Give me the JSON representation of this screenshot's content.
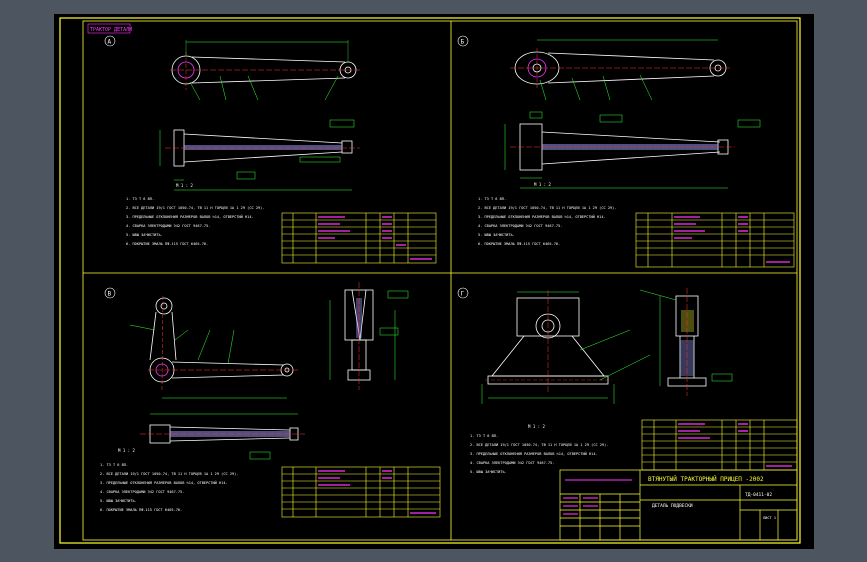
{
  "sheet": {
    "frame_title": "ТРАКТОР ДЕТАЛИ",
    "views": [
      {
        "id": "view-a",
        "mark": "A",
        "scale": "M 1 : 2",
        "notes": [
          "1. ТЗ Т 6 ВП.",
          "2. ВСЕ ДЕТАЛИ 19/1 ГОСТ 1050-74, ТВ 11 Н ТОРЦЕВ 1А 1 29 (СС 29).",
          "3. ПРЕДЕЛЬНЫЕ ОТКЛОНЕНИЯ РАЗМЕРОВ ВАЛОВ h14, ОТВЕРСТИЙ H14.",
          "4. СВАРКА ЭЛЕКТРОДАМИ Э42 ГОСТ 9467-75.",
          "5. ШВЫ ЗАЧИСТИТЬ.",
          "6. ПОКРЫТИЕ ЭМАЛЬ ПФ-115 ГОСТ 6465-76."
        ]
      },
      {
        "id": "view-b",
        "mark": "Б",
        "scale": "M 1 : 2",
        "notes": [
          "1. ТЗ Т 6 ВП.",
          "2. ВСЕ ДЕТАЛИ 19/1 ГОСТ 1050-74, ТВ 11 Н ТОРЦЕВ 1А 1 29 (СС 29).",
          "3. ПРЕДЕЛЬНЫЕ ОТКЛОНЕНИЯ РАЗМЕРОВ ВАЛОВ h14, ОТВЕРСТИЙ H14.",
          "4. СВАРКА ЭЛЕКТРОДАМИ Э42 ГОСТ 9467-75.",
          "5. ШВЫ ЗАЧИСТИТЬ.",
          "6. ПОКРЫТИЕ ЭМАЛЬ ПФ-115 ГОСТ 6465-76."
        ]
      },
      {
        "id": "view-c",
        "mark": "В",
        "scale": "M 1 : 2",
        "notes": [
          "1. ТЗ Т 6 ВП.",
          "2. ВСЕ ДЕТАЛИ 19/1 ГОСТ 1050-74, ТВ 11 Н ТОРЦЕВ 1А 1 29 (СС 29).",
          "3. ПРЕДЕЛЬНЫЕ ОТКЛОНЕНИЯ РАЗМЕРОВ ВАЛОВ h14, ОТВЕРСТИЙ H14.",
          "4. СВАРКА ЭЛЕКТРОДАМИ Э42 ГОСТ 9467-75.",
          "5. ШВЫ ЗАЧИСТИТЬ.",
          "6. ПОКРЫТИЕ ЭМАЛЬ ПФ-115 ГОСТ 6465-76."
        ]
      },
      {
        "id": "view-d",
        "mark": "Г",
        "scale": "M 1 : 2",
        "notes": [
          "1. ТЗ Т 6 ВП.",
          "2. ВСЕ ДЕТАЛИ 19/1 ГОСТ 1050-74, ТВ 11 Н ТОРЦЕВ 1А 1 29 (СС 29).",
          "3. ПРЕДЕЛЬНЫЕ ОТКЛОНЕНИЯ РАЗМЕРОВ ВАЛОВ h14, ОТВЕРСТИЙ H14.",
          "4. СВАРКА ЭЛЕКТРОДАМИ Э42 ГОСТ 9467-75.",
          "5. ШВЫ ЗАЧИСТИТЬ."
        ]
      }
    ],
    "title_block": {
      "main": "ВТЯНУТЫЙ ТРАКТОРНЫЙ ПРИЦЕП -2002",
      "sub": "ДЕТАЛЬ ПОДВЕСКИ",
      "code": "ТД-0411-02",
      "sheet": "ЛИСТ 1"
    }
  }
}
